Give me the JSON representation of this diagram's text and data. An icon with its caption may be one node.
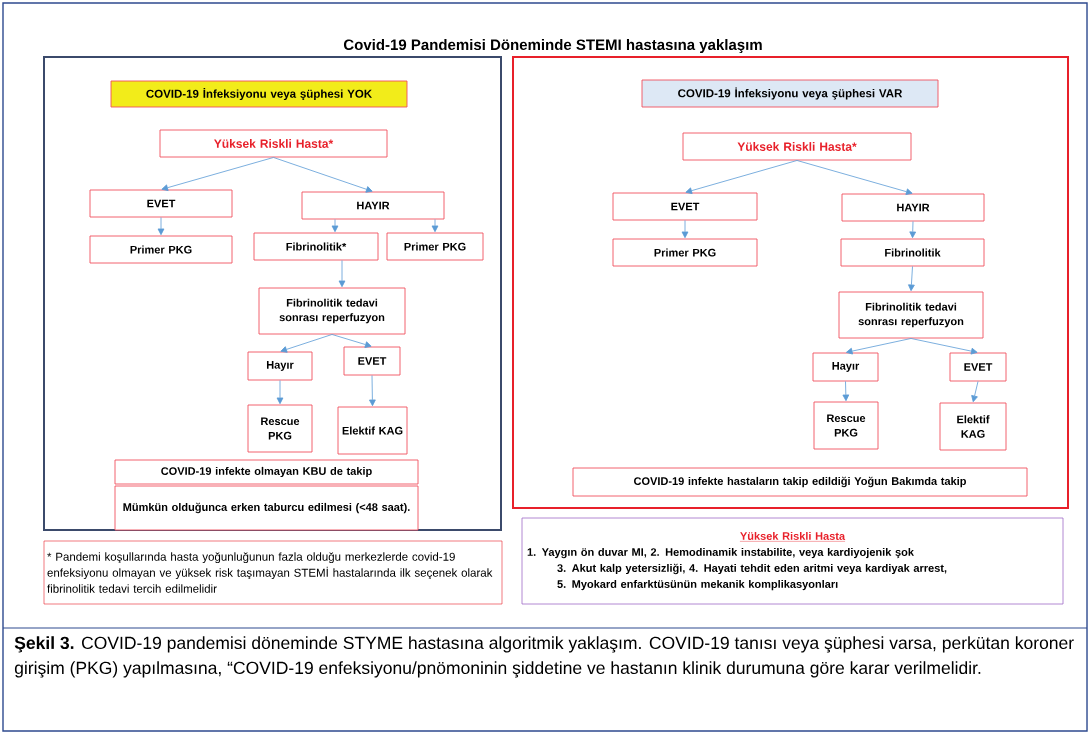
{
  "diagram": {
    "title": "Covid-19 Pandemisi Döneminde STEMI hastasına yaklaşım",
    "caption": "**Şekil 3.** COVID-19 pandemisi döneminde STYME hastasına algoritmik yaklaşım. COVID-19 tanısı veya şüphesi varsa, perkütan koroner girişim (PKG) yapılmasına, “COVID-19 enfeksiyonu/pnömoninin şiddetine ve hastanın klinik durumuna göre karar verilmelidir.",
    "nodes": [
      {
        "text": [],
        "shape": "box"
      },
      {
        "text": [
          "COVID-19 İnfeksiyonu veya şüphesi YOK"
        ],
        "in": 0
      },
      {
        "text": [
          "Yüksek Riskli Hasta*"
        ],
        "in": 0
      },
      {
        "text": [
          "EVET"
        ],
        "in": 0
      },
      {
        "text": [
          "HAYIR"
        ],
        "in": 0
      },
      {
        "text": [
          "Primer PKG"
        ],
        "in": 0
      },
      {
        "text": [
          "Fibrinolitik*"
        ],
        "in": 0
      },
      {
        "text": [
          "Primer PKG"
        ],
        "in": 0
      },
      {
        "text": [
          "Fibrinolitik tedavi sonrası reperfuzyon"
        ],
        "in": 0
      },
      {
        "text": [
          "Hayır"
        ],
        "in": 0
      },
      {
        "text": [
          "EVET"
        ],
        "in": 0
      },
      {
        "text": [
          "Rescue PKG"
        ],
        "in": 0
      },
      {
        "text": [
          "Elektif KAG"
        ],
        "in": 0
      },
      {
        "text": [
          "COVID-19 infekte olmayan KBU de takip"
        ],
        "in": 0
      },
      {
        "text": [
          "Mümkün olduğunca erken taburcu edilmesi (<48 saat)."
        ],
        "in": 0
      },
      {
        "text": [],
        "shape": "box"
      },
      {
        "text": [
          "COVID-19 İnfeksiyonu veya şüphesi VAR"
        ],
        "in": 15
      },
      {
        "text": [
          "Yüksek Riskli Hasta*"
        ],
        "in": 15
      },
      {
        "text": [
          "EVET"
        ],
        "in": 15
      },
      {
        "text": [
          "HAYIR"
        ],
        "in": 15
      },
      {
        "text": [
          "Primer PKG"
        ],
        "in": 15
      },
      {
        "text": [
          "Fibrinolitik"
        ],
        "in": 15
      },
      {
        "text": [
          "Fibrinolitik tedavi sonrası reperfuzyon"
        ],
        "in": 15
      },
      {
        "text": [
          "Hayır"
        ],
        "in": 15
      },
      {
        "text": [
          "EVET"
        ],
        "in": 15
      },
      {
        "text": [
          "Rescue PKG"
        ],
        "in": 15
      },
      {
        "text": [
          "Elektif KAG"
        ],
        "in": 15
      },
      {
        "text": [
          "COVID-19 infekte hastaların takip edildiği Yoğun Bakımda takip"
        ],
        "in": 15
      },
      {
        "text": [
          "* Pandemi koşullarında hasta yoğunluğunun fazla olduğu merkezlerde covid-19 enfeksiyonu olmayan ve yüksek risk taşımayan STEMİ hastalarında ilk seçenek olarak fibrinolitik tedavi tercih edilmelidir"
        ]
      },
      {
        "text": [
          "Yüksek Riskli Hasta",
          "1. Yaygın ön duvar MI, 2. Hemodinamik instabilite, veya kardiyojenik şok",
          "3. Akut kalp yetersizliği, 4. Hayati tehdit eden aritmi veya kardiyak arrest,",
          "5. Myokard enfarktüsünün mekanik komplikasyonları"
        ]
      }
    ],
    "edges": [
      {
        "from": 2,
        "to": 3,
        "arrow": "to"
      },
      {
        "from": 2,
        "to": 4,
        "arrow": "to"
      },
      {
        "from": 3,
        "to": 5,
        "arrow": "to"
      },
      {
        "from": 4,
        "to": 6,
        "arrow": "to"
      },
      {
        "from": 4,
        "to": 7,
        "arrow": "to"
      },
      {
        "from": 6,
        "to": 8,
        "arrow": "to"
      },
      {
        "from": 8,
        "to": 9,
        "arrow": "to"
      },
      {
        "from": 8,
        "to": 10,
        "arrow": "to"
      },
      {
        "from": 9,
        "to": 11,
        "arrow": "to"
      },
      {
        "from": 10,
        "to": 12,
        "arrow": "to"
      },
      {
        "from": 17,
        "to": 18,
        "arrow": "to"
      },
      {
        "from": 17,
        "to": 19,
        "arrow": "to"
      },
      {
        "from": 18,
        "to": 20,
        "arrow": "to"
      },
      {
        "from": 19,
        "to": 21,
        "arrow": "to"
      },
      {
        "from": 21,
        "to": 22,
        "arrow": "to"
      },
      {
        "from": 22,
        "to": 23,
        "arrow": "to"
      },
      {
        "from": 22,
        "to": 24,
        "arrow": "to"
      },
      {
        "from": 23,
        "to": 25,
        "arrow": "to"
      },
      {
        "from": 24,
        "to": 26,
        "arrow": "to"
      }
    ]
  }
}
